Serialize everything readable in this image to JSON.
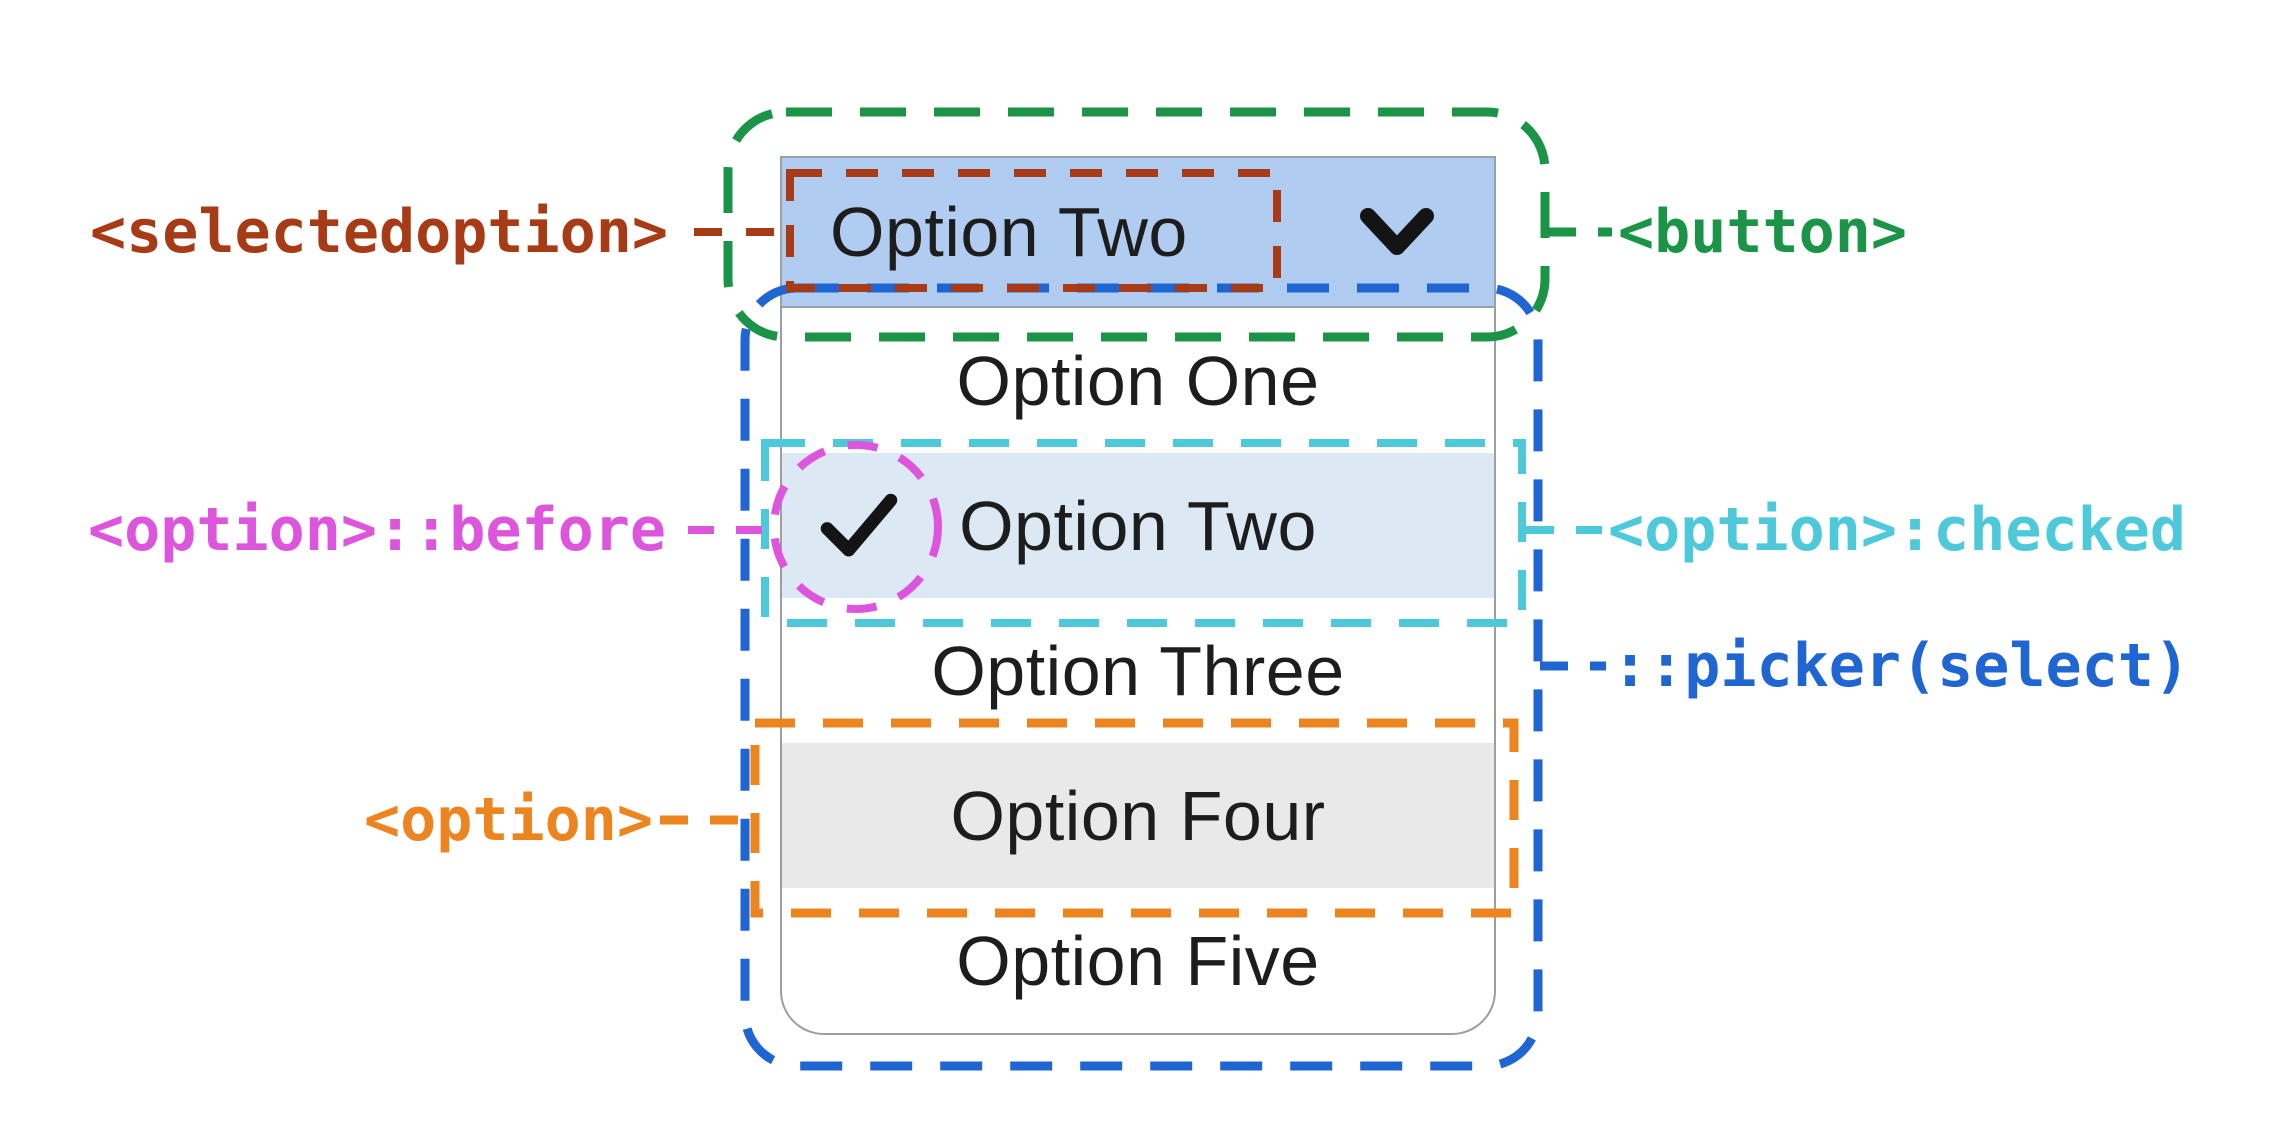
{
  "select": {
    "button": {
      "selected_label": "Option Two",
      "chevron_icon": "chevron-down"
    },
    "options": [
      {
        "label": "Option One",
        "state": "normal"
      },
      {
        "label": "Option Two",
        "state": "checked",
        "checkmark_icon": "checkmark"
      },
      {
        "label": "Option Three",
        "state": "normal"
      },
      {
        "label": "Option Four",
        "state": "highlighted"
      },
      {
        "label": "Option Five",
        "state": "normal"
      }
    ]
  },
  "annotations": {
    "selectedoption": {
      "label": "<selectedoption>"
    },
    "button": {
      "label": "<button>"
    },
    "option_before": {
      "label": "<option>::before"
    },
    "option_checked": {
      "label": "<option>:checked"
    },
    "picker": {
      "label": "::picker(select)"
    },
    "option": {
      "label": "<option>"
    }
  },
  "colors": {
    "brown": "#a63b16",
    "green": "#1b9448",
    "magenta": "#dd55dd",
    "cyan": "#4ec9da",
    "blue": "#2066d2",
    "orange": "#ec8420",
    "button_fill": "#b0ccf0",
    "checked_row_fill": "#dce9f4",
    "candidate_row_fill": "#e9e9e9"
  }
}
